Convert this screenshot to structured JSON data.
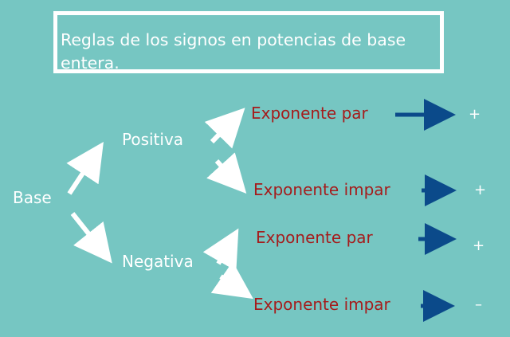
{
  "title": "Reglas de los signos en potencias de base entera.",
  "nodes": {
    "base": "Base",
    "positive": "Positiva",
    "negative": "Negativa",
    "pos_even": "Exponente par",
    "pos_odd": "Exponente impar",
    "neg_even": "Exponente par",
    "neg_odd": "Exponente impar"
  },
  "results": {
    "pos_even": "+",
    "pos_odd": "+",
    "neg_even": "+",
    "neg_odd": "–"
  },
  "colors": {
    "background": "#76c6c2",
    "title_border": "#ffffff",
    "text_white": "#ffffff",
    "text_red": "#a51c1c",
    "blue_arrow": "#0b4a8a"
  }
}
